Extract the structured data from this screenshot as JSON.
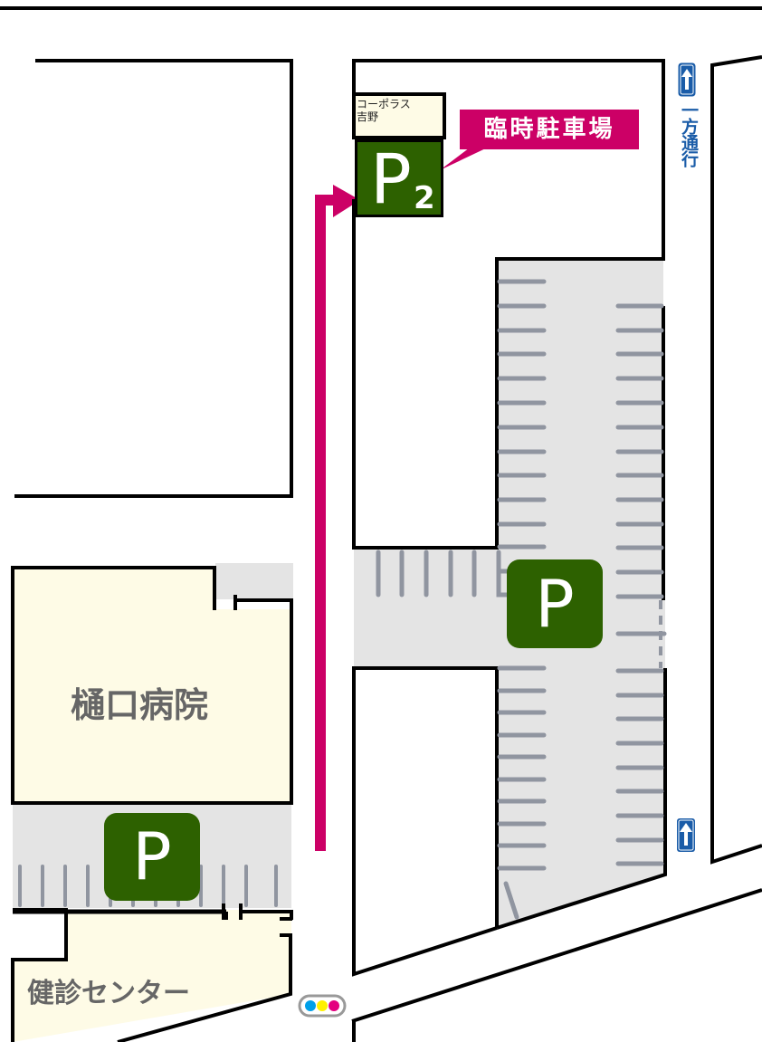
{
  "map": {
    "colors": {
      "building_fill": "#fefbe6",
      "parking_surface": "#e4e4e4",
      "parking_stripe": "#9095a0",
      "parking_sign": "#2d6100",
      "accent": "#cc0066",
      "oneway_blue": "#1a5ca8",
      "wall": "#000000"
    },
    "labels": {
      "corporas_yoshino_line1": "コーポラス",
      "corporas_yoshino_line2": "吉野",
      "temporary_parking": "臨時駐車場",
      "hospital": "樋口病院",
      "health_center": "健診センター",
      "one_way": "一方通行"
    },
    "parking_signs": {
      "p2_letter": "P",
      "p2_subscript": "2",
      "main_lot": "P",
      "hospital_lot": "P"
    },
    "icons": {
      "oneway_top": "oneway-arrow-icon",
      "oneway_bottom": "oneway-arrow-icon",
      "traffic_light": "traffic-light-icon",
      "route_arrow": "route-arrow-icon"
    }
  }
}
